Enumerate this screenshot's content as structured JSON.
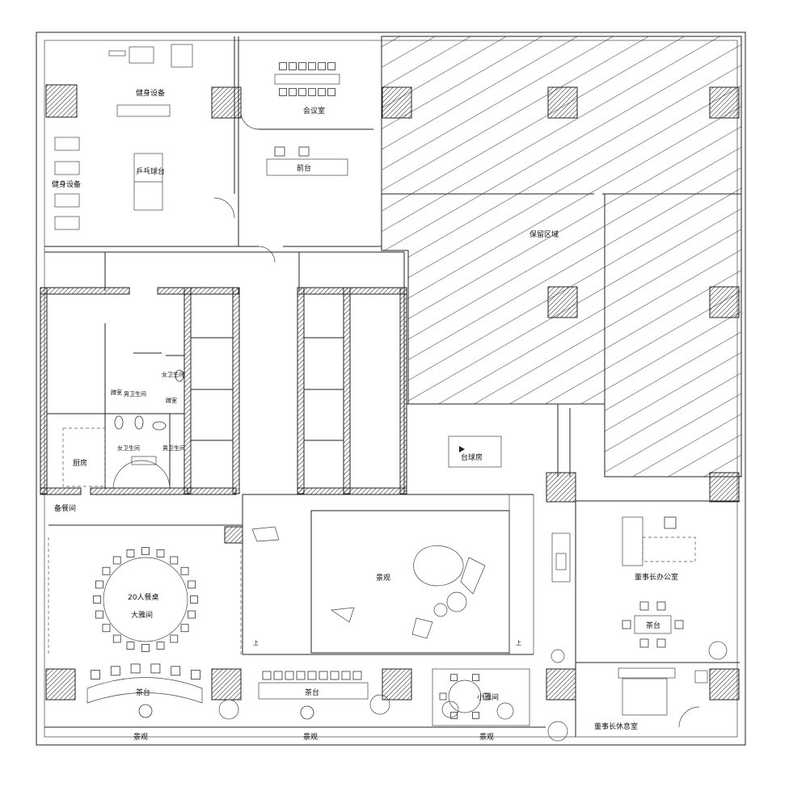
{
  "plan": {
    "rooms": {
      "gym_equipment_top": "健身设备",
      "gym_equipment_left": "健身设备",
      "ping_pong": "乒乓球台",
      "meeting_room": "会议室",
      "reception": "前台",
      "reserved_area": "保留区域",
      "squat_room_1": "蹲室",
      "squat_room_2": "蹲室",
      "mens_wc_1": "男卫生间",
      "womens_wc_1": "女卫生间",
      "womens_wc_2": "女卫生间",
      "mens_wc_2": "男卫生间",
      "kitchen": "厨房",
      "pantry": "备餐间",
      "billiards": "台球房",
      "landscape_center": "景观",
      "chairman_office": "董事长办公室",
      "tea_table_office": "茶台",
      "table_20": "20人餐桌",
      "grand_private_room": "大雅间",
      "tea_table_1": "茶台",
      "tea_table_2": "茶台",
      "small_private_room": "小雅间",
      "chairman_lounge": "董事长休息室",
      "landscape_1": "景观",
      "landscape_2": "景观",
      "landscape_3": "景观",
      "stairs_up_1": "上",
      "stairs_up_2": "上"
    }
  }
}
